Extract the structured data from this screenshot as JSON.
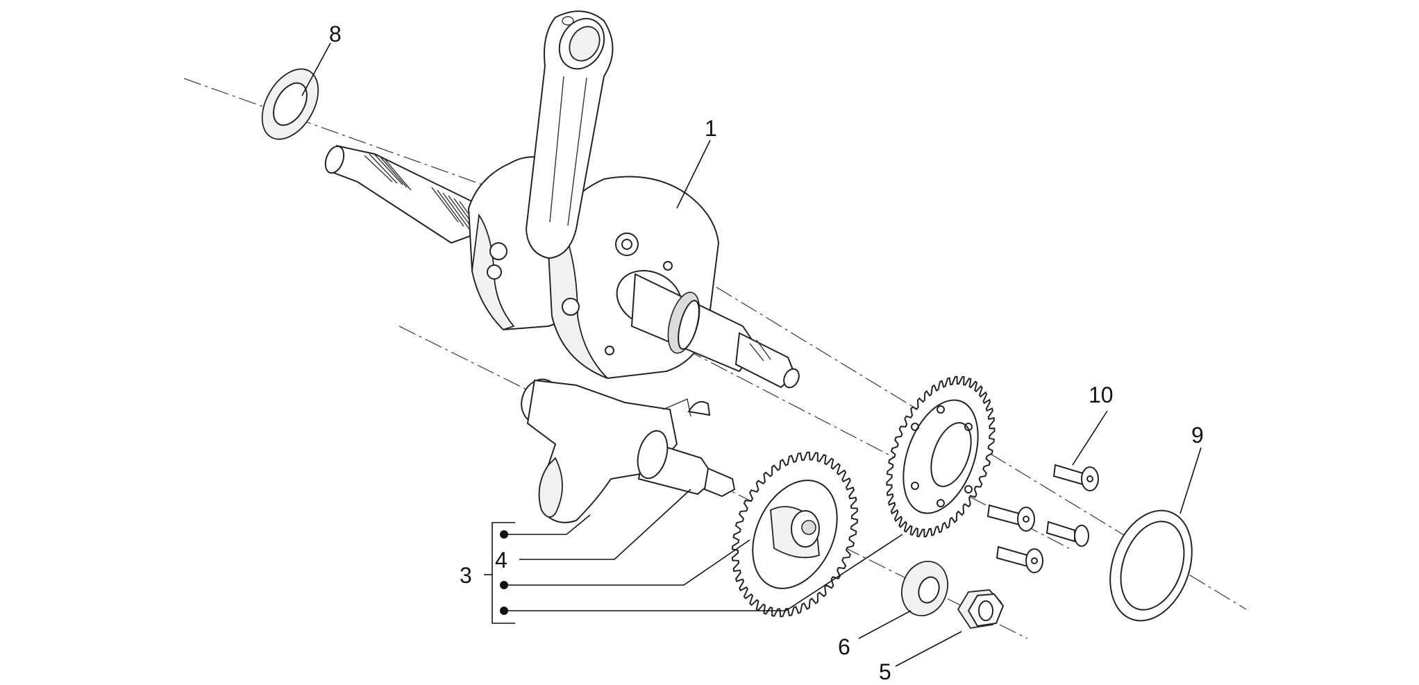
{
  "callouts": {
    "c1": "1",
    "c3": "3",
    "c4": "4",
    "c5": "5",
    "c6": "6",
    "c8": "8",
    "c9": "9",
    "c10": "10"
  }
}
